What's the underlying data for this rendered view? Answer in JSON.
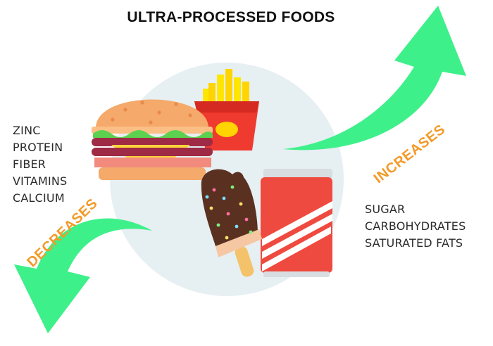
{
  "title": "ULTRA-PROCESSED FOODS",
  "decreases": {
    "label": "DECREASES",
    "items": [
      "ZINC",
      "PROTEIN",
      "FIBER",
      "VITAMINS",
      "CALCIUM"
    ]
  },
  "increases": {
    "label": "INCREASES",
    "items": [
      "SUGAR",
      "CARBOHYDRATES",
      "SATURATED FATS"
    ]
  },
  "icons": [
    "burger-icon",
    "french-fries-icon",
    "ice-cream-bar-icon",
    "soda-can-icon"
  ],
  "colors": {
    "arrow": "#3ef08a",
    "label": "#f39a27",
    "circle": "#e6eff2",
    "text": "#2a2a2a"
  }
}
